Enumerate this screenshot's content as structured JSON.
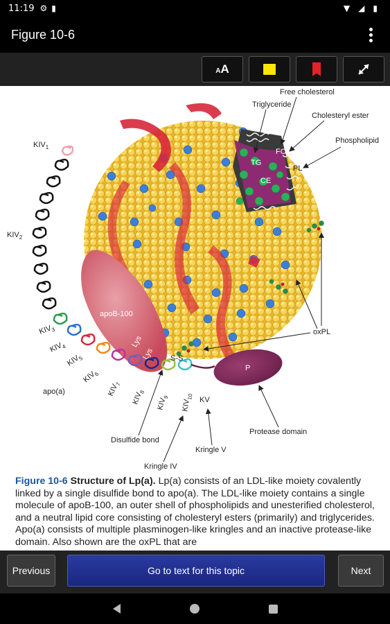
{
  "status": {
    "time": "11:19"
  },
  "app": {
    "title": "Figure 10-6"
  },
  "toolbar": {
    "font_button": "AA"
  },
  "figure": {
    "labels": {
      "kiv1": "KIV",
      "kiv1_sub": "1",
      "kiv2": "KIV",
      "kiv2_sub": "2",
      "kiv3": "KIV",
      "kiv3_sub": "3",
      "kiv4": "KIV",
      "kiv4_sub": "4",
      "kiv5": "KIV",
      "kiv5_sub": "5",
      "kiv6": "KIV",
      "kiv6_sub": "6",
      "kiv7": "KIV",
      "kiv7_sub": "7",
      "kiv8": "KIV",
      "kiv8_sub": "8",
      "kiv9": "KIV",
      "kiv9_sub": "9",
      "kiv10": "KIV",
      "kiv10_sub": "10",
      "kv": "KV",
      "apo_a": "apo(a)",
      "apob100": "apoB-100",
      "lys1": "Lys",
      "lys2": "Lys",
      "ss": "S-S",
      "p": "P",
      "tg": "TG",
      "ce": "CE",
      "fc": "FC",
      "pl": "PL",
      "free_cholesterol": "Free cholesterol",
      "triglyceride": "Triglyceride",
      "cholesteryl_ester": "Cholesteryl ester",
      "phospholipid": "Phospholipid",
      "oxpl": "oxPL",
      "protease_domain": "Protease domain",
      "disulfide_bond": "Disulfide bond",
      "kringle_iv": "Kringle IV",
      "kringle_v": "Kringle V"
    }
  },
  "caption": {
    "label": "Figure 10-6",
    "title": "Structure of Lp(a).",
    "body": "Lp(a) consists of an LDL-like moiety covalently linked by a single disulfide bond to apo(a). The LDL-like moiety contains a single molecule of apoB-100, an outer shell of phospholipids and unesterified cholesterol, and a neutral lipid core consisting of cholesteryl esters (primarily) and triglycerides. Apo(a) consists of multiple plasminogen-like kringles and an inactive protease-like domain. Also shown are the oxPL that are"
  },
  "nav": {
    "previous": "Previous",
    "goto": "Go to text for this topic",
    "next": "Next"
  },
  "colors": {
    "accent_blue": "#1a56a0",
    "goto_button": "#2a3aa0",
    "highlight": "#ffe600",
    "bookmark": "#e0242a"
  }
}
